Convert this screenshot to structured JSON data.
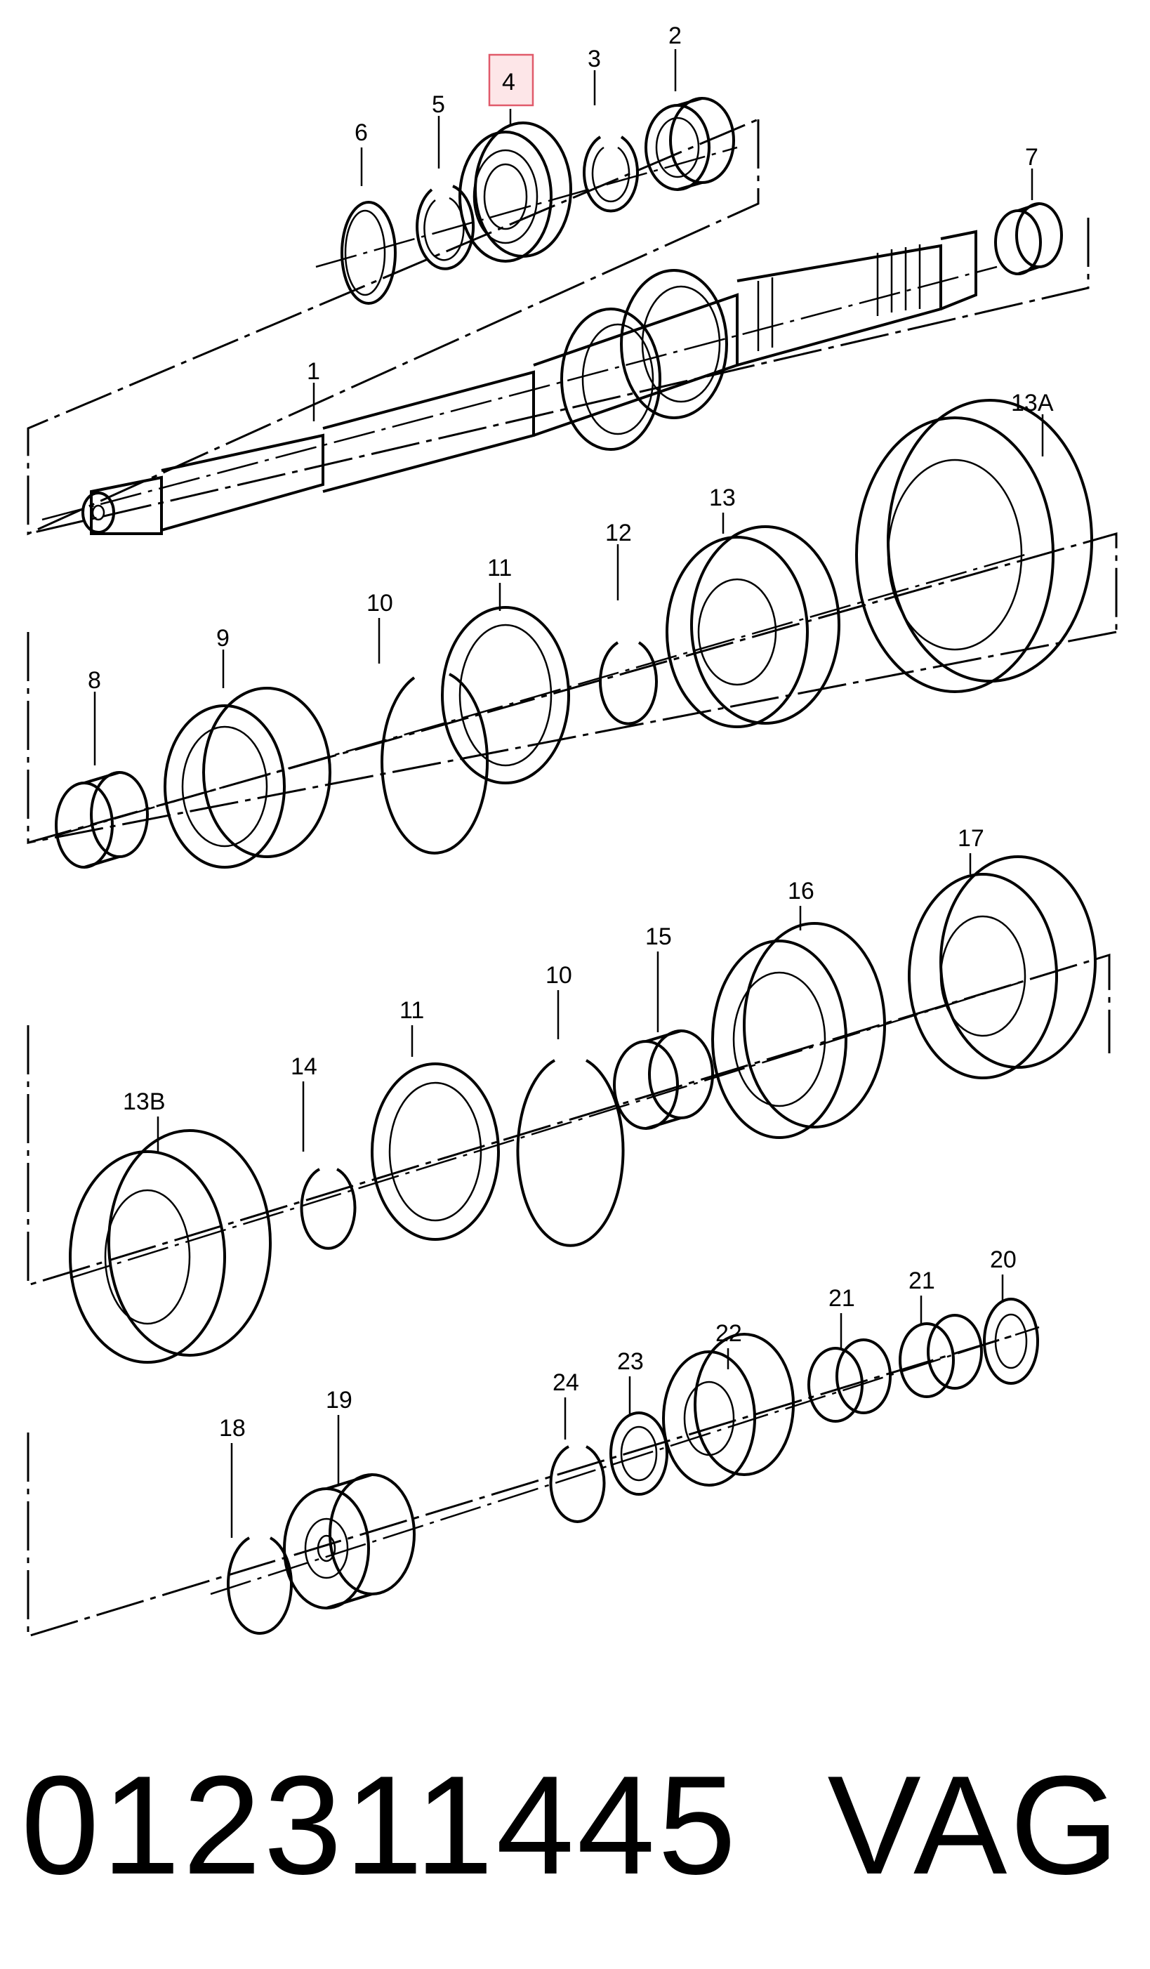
{
  "diagram": {
    "callouts": {
      "c1": "1",
      "c2": "2",
      "c3": "3",
      "c4": "4",
      "c5": "5",
      "c6": "6",
      "c7": "7",
      "c8": "8",
      "c9": "9",
      "c10a": "10",
      "c10b": "10",
      "c11a": "11",
      "c11b": "11",
      "c12": "12",
      "c13": "13",
      "c13a": "13A",
      "c13b": "13B",
      "c14": "14",
      "c15": "15",
      "c16": "16",
      "c17": "17",
      "c18": "18",
      "c19": "19",
      "c20": "20",
      "c21a": "21",
      "c21b": "21",
      "c22": "22",
      "c23": "23",
      "c24": "24"
    },
    "highlight_color": "#e05a6a"
  },
  "footer": {
    "part_number": "012311445",
    "brand": "VAG"
  }
}
